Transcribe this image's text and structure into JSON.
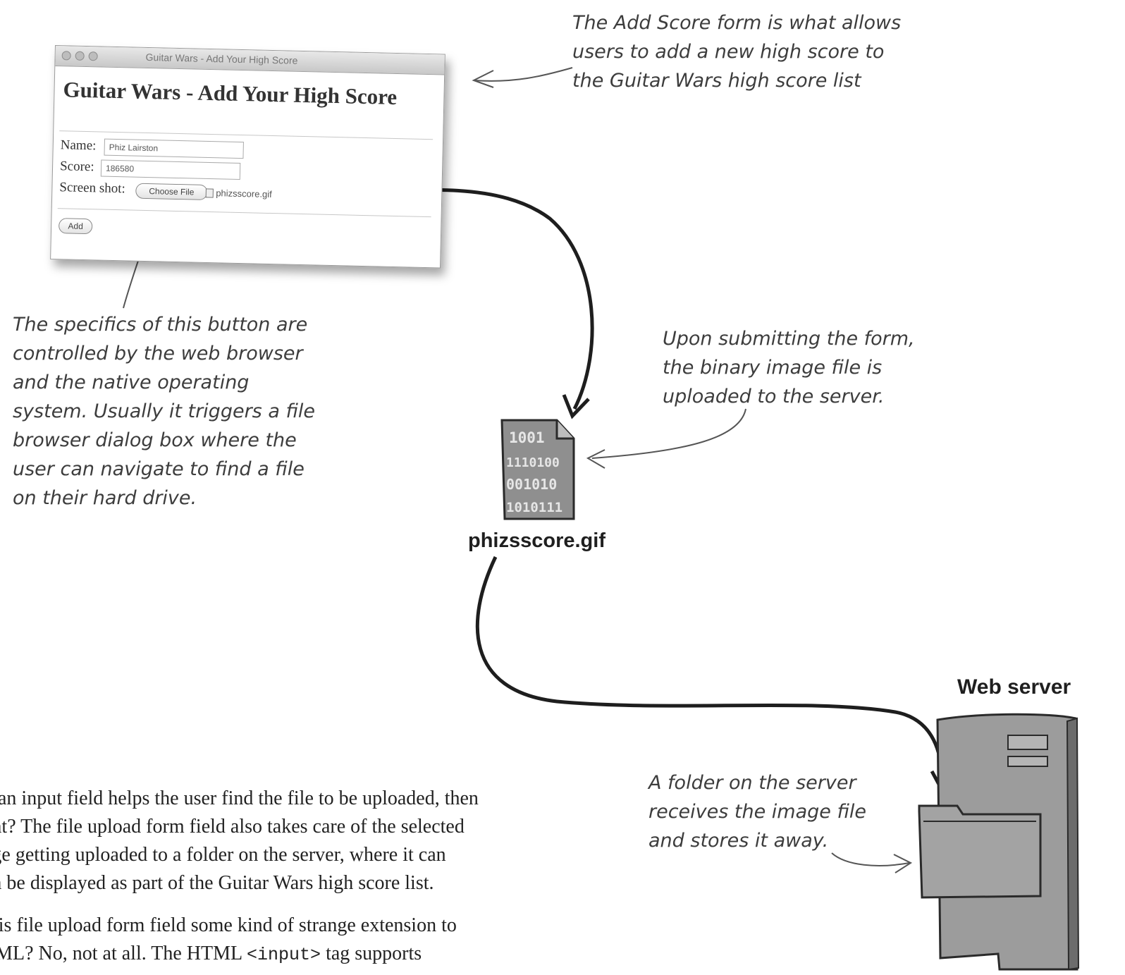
{
  "window": {
    "title": "Guitar Wars - Add Your High Score",
    "heading": "Guitar Wars - Add Your High Score",
    "name_label": "Name:",
    "name_value": "Phiz Lairston",
    "score_label": "Score:",
    "score_value": "186580",
    "screenshot_label": "Screen shot:",
    "choose_file_label": "Choose File",
    "file_name": "phizsscore.gif",
    "add_label": "Add"
  },
  "notes": {
    "add_score_form": [
      "The Add Score form is what allows",
      "users to add a new high score to",
      "the Guitar Wars high score list"
    ],
    "button_specifics": [
      "The specifics of this button are",
      "controlled by the web browser",
      "and the native operating",
      "system. Usually it triggers a file",
      "browser dialog box where the",
      "user can navigate to find a file",
      "on their hard drive."
    ],
    "upload": [
      "Upon submitting the form,",
      "the binary image file is",
      "uploaded to the server."
    ],
    "folder": [
      "A folder on the server",
      "receives the image file",
      "and stores it away."
    ]
  },
  "file": {
    "binary_lines": [
      "1001",
      "1110100",
      "001010",
      "1010111"
    ],
    "label": "phizsscore.gif"
  },
  "server": {
    "label": "Web server"
  },
  "body_text": {
    "p1": [
      "o an input field helps the user find the file to be uploaded, then",
      "hat? The file upload form field also takes care of the selected",
      "age getting uploaded to a folder on the server, where it can",
      "en be displayed as part of the Guitar Wars high score list."
    ],
    "p2_line1": "this file upload form field some kind of strange extension to",
    "p2_line2_before": "TML? No, not at all. The HTML ",
    "p2_line2_code": "<input>",
    "p2_line2_after": " tag supports"
  }
}
